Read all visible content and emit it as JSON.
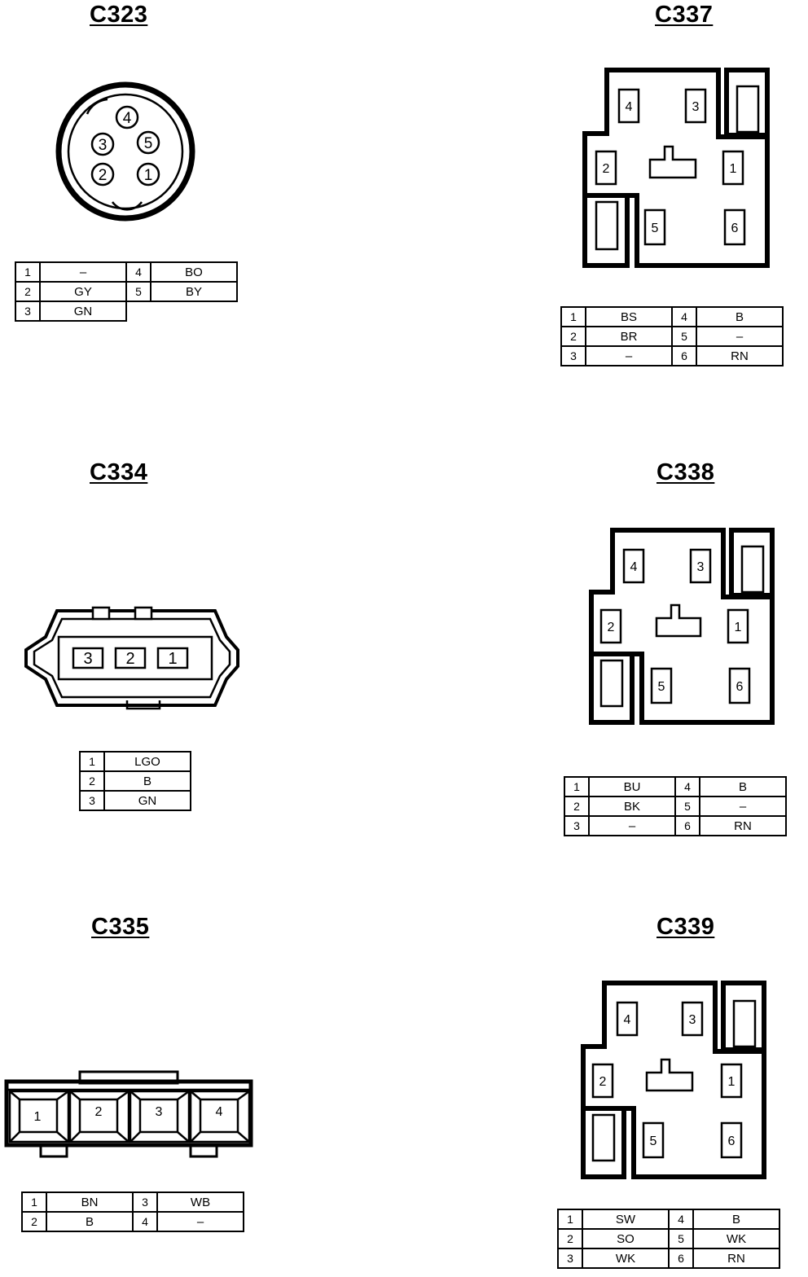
{
  "connectors": [
    {
      "id": "c323",
      "title": "C323",
      "pins": [
        {
          "num": "1",
          "wire": "–"
        },
        {
          "num": "2",
          "wire": "GY"
        },
        {
          "num": "3",
          "wire": "GN"
        },
        {
          "num": "4",
          "wire": "BO"
        },
        {
          "num": "5",
          "wire": "BY"
        }
      ],
      "face_labels": [
        "1",
        "2",
        "3",
        "4",
        "5"
      ]
    },
    {
      "id": "c337",
      "title": "C337",
      "pins": [
        {
          "num": "1",
          "wire": "BS"
        },
        {
          "num": "2",
          "wire": "BR"
        },
        {
          "num": "3",
          "wire": "–"
        },
        {
          "num": "4",
          "wire": "B"
        },
        {
          "num": "5",
          "wire": "–"
        },
        {
          "num": "6",
          "wire": "RN"
        }
      ],
      "face_labels": [
        "1",
        "2",
        "3",
        "4",
        "5",
        "6"
      ]
    },
    {
      "id": "c334",
      "title": "C334",
      "pins": [
        {
          "num": "1",
          "wire": "LGO"
        },
        {
          "num": "2",
          "wire": "B"
        },
        {
          "num": "3",
          "wire": "GN"
        }
      ],
      "face_labels": [
        "3",
        "2",
        "1"
      ]
    },
    {
      "id": "c338",
      "title": "C338",
      "pins": [
        {
          "num": "1",
          "wire": "BU"
        },
        {
          "num": "2",
          "wire": "BK"
        },
        {
          "num": "3",
          "wire": "–"
        },
        {
          "num": "4",
          "wire": "B"
        },
        {
          "num": "5",
          "wire": "–"
        },
        {
          "num": "6",
          "wire": "RN"
        }
      ],
      "face_labels": [
        "1",
        "2",
        "3",
        "4",
        "5",
        "6"
      ]
    },
    {
      "id": "c335",
      "title": "C335",
      "pins": [
        {
          "num": "1",
          "wire": "BN"
        },
        {
          "num": "2",
          "wire": "B"
        },
        {
          "num": "3",
          "wire": "WB"
        },
        {
          "num": "4",
          "wire": "–"
        }
      ],
      "face_labels": [
        "1",
        "2",
        "3",
        "4"
      ]
    },
    {
      "id": "c339",
      "title": "C339",
      "pins": [
        {
          "num": "1",
          "wire": "SW"
        },
        {
          "num": "2",
          "wire": "SO"
        },
        {
          "num": "3",
          "wire": "WK"
        },
        {
          "num": "4",
          "wire": "B"
        },
        {
          "num": "5",
          "wire": "WK"
        },
        {
          "num": "6",
          "wire": "RN"
        }
      ],
      "face_labels": [
        "1",
        "2",
        "3",
        "4",
        "5",
        "6"
      ]
    }
  ]
}
